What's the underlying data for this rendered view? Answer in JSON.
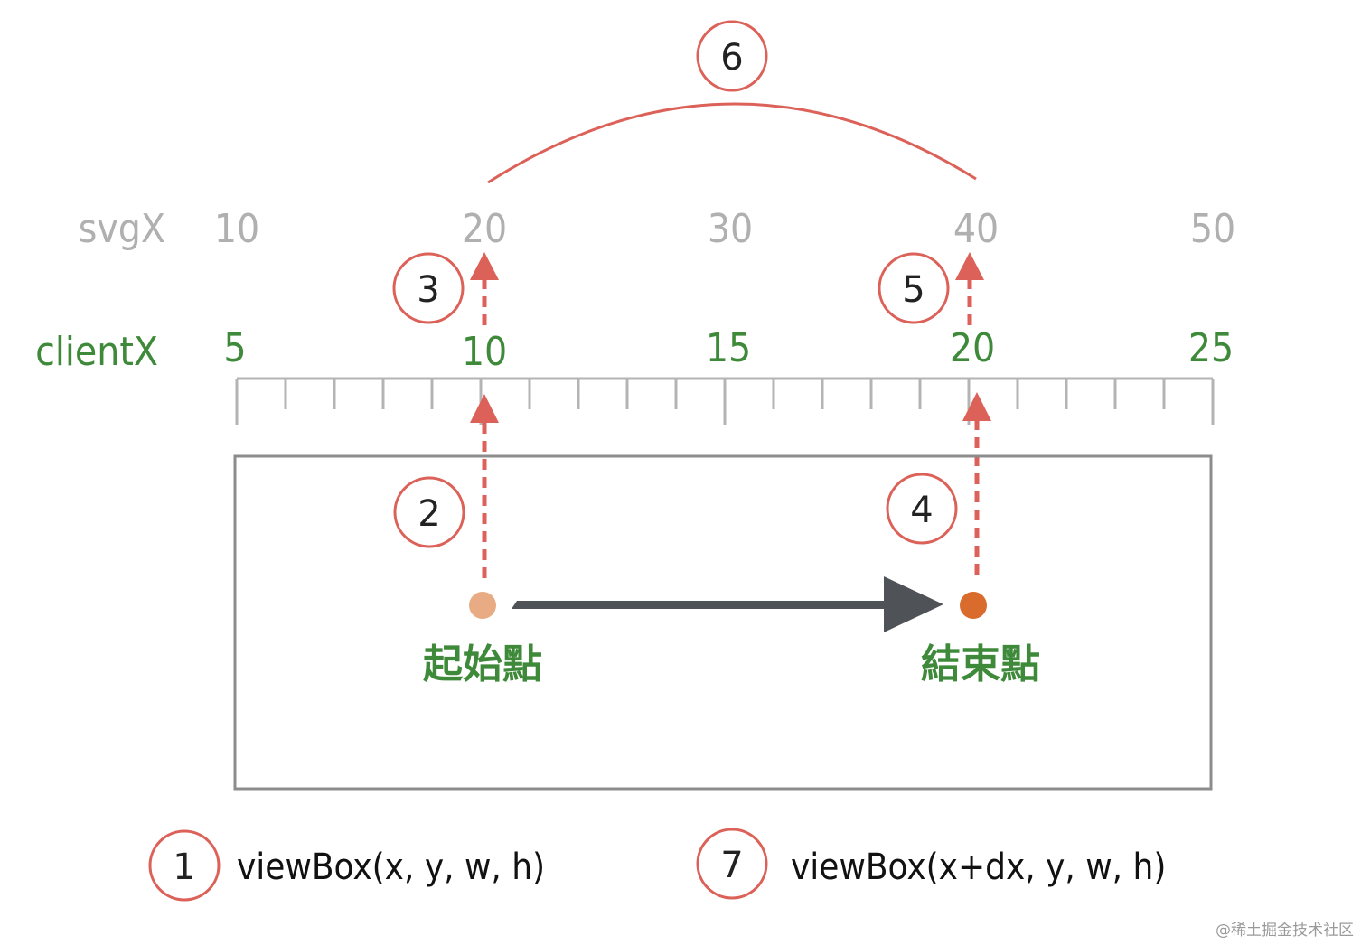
{
  "axes": {
    "svg": {
      "label": "svgX",
      "ticks": [
        "10",
        "20",
        "30",
        "40",
        "50"
      ]
    },
    "client": {
      "label": "clientX",
      "ticks": [
        "5",
        "10",
        "15",
        "20",
        "25"
      ]
    }
  },
  "points": {
    "start_label": "起始點",
    "end_label": "結束點"
  },
  "steps": {
    "s1": "1",
    "s2": "2",
    "s3": "3",
    "s4": "4",
    "s5": "5",
    "s6": "6",
    "s7": "7"
  },
  "formulas": {
    "before": "viewBox(x, y, w, h)",
    "after": "viewBox(x+dx, y, w, h)"
  },
  "watermark": "@稀土掘金技术社区",
  "colors": {
    "accent_red": "#dc6159",
    "label_green": "#3f8a3a",
    "axis_gray": "#b0b0b0",
    "arrow_dark": "#4f5357",
    "start_dot": "#e8ab84",
    "end_dot": "#d96b2c"
  }
}
